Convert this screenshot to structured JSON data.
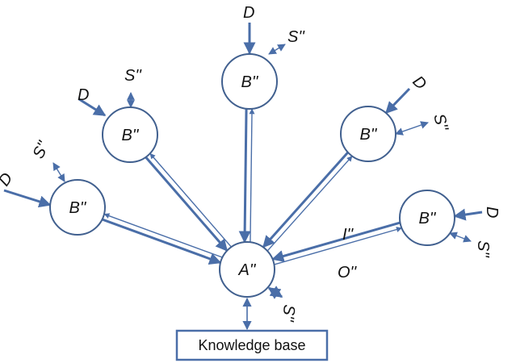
{
  "diagram": {
    "center_node": {
      "id": "A",
      "label": "A''"
    },
    "satellite_label": "B''",
    "external_input_label": "D",
    "sensor_label": "S''",
    "edge_labels": {
      "input": "I''",
      "output": "O''"
    },
    "knowledge_base": {
      "label": "Knowledge base"
    },
    "colors": {
      "stroke": "#4a6ea8",
      "circle_stroke": "#41608f",
      "text": "#111111",
      "background": "#ffffff"
    },
    "satellites": [
      {
        "id": "B-left",
        "label": "B''",
        "d_label": "D",
        "s_label": "S''"
      },
      {
        "id": "B-upper-left",
        "label": "B''",
        "d_label": "D",
        "s_label": "S''"
      },
      {
        "id": "B-top",
        "label": "B''",
        "d_label": "D",
        "s_label": "S''"
      },
      {
        "id": "B-upper-right",
        "label": "B''",
        "d_label": "D",
        "s_label": "S''"
      },
      {
        "id": "B-right",
        "label": "B''",
        "d_label": "D",
        "s_label": "S''"
      }
    ],
    "center_s_label": "S''"
  }
}
